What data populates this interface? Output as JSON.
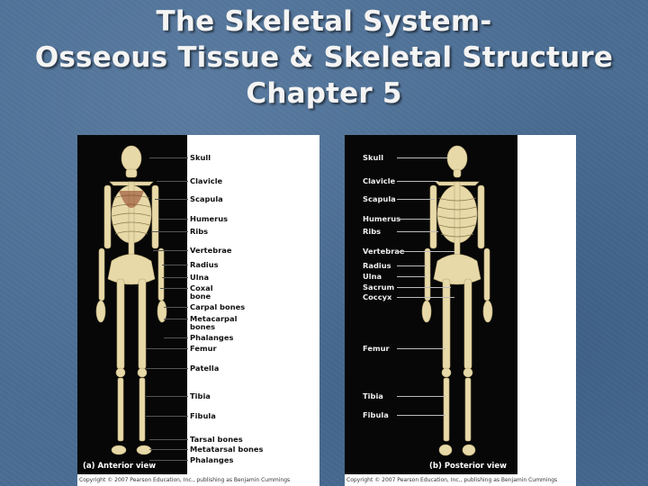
{
  "slide": {
    "title_line1": "The Skeletal System-",
    "title_line2": "Osseous Tissue & Skeletal Structure",
    "title_line3": "Chapter 5"
  },
  "anterior": {
    "caption": "(a) Anterior view",
    "copyright": "Copyright © 2007 Pearson Education, Inc., publishing as Benjamin Cummings",
    "labels": [
      "Skull",
      "Clavicle",
      "Scapula",
      "Humerus",
      "Ribs",
      "Vertebrae",
      "Radius",
      "Ulna",
      "Coxal\nbone",
      "Carpal bones",
      "Metacarpal\nbones",
      "Phalanges",
      "Femur",
      "Patella",
      "Tibia",
      "Fibula",
      "Tarsal bones",
      "Metatarsal bones",
      "Phalanges"
    ]
  },
  "posterior": {
    "caption": "(b) Posterior view",
    "copyright": "Copyright © 2007 Pearson Education, Inc., publishing as Benjamin Cummings",
    "labels": [
      "Skull",
      "Clavicle",
      "Scapula",
      "Humerus",
      "Ribs",
      "Vertebrae",
      "Radius",
      "Ulna",
      "Sacrum",
      "Coccyx",
      "Femur",
      "Tibia",
      "Fibula"
    ]
  },
  "colors": {
    "background": "#4a6d93",
    "bone": "#e8d9a8",
    "photo_background": "#070707"
  }
}
